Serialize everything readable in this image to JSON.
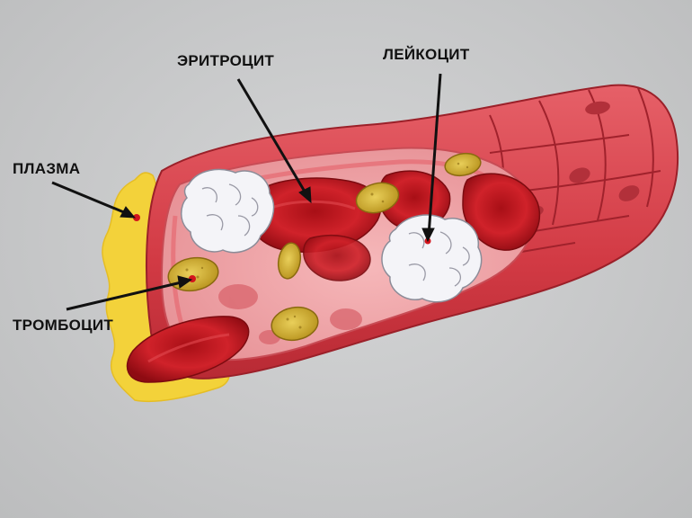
{
  "labels": {
    "plasma": "ПЛАЗМА",
    "erythrocyte": "ЭРИТРОЦИТ",
    "leukocyte": "ЛЕЙКОЦИТ",
    "thrombocyte": "ТРОМБОЦИТ"
  },
  "colors": {
    "background": "#c9cacb",
    "plasma": "#f3d23a",
    "vessel_wall": "#d9454f",
    "vessel_inner": "#f2a3a6",
    "erythrocyte": "#c4141c",
    "platelet": "#d8b431",
    "leukocyte": "#f4f4f8",
    "arrow": "#111111"
  }
}
